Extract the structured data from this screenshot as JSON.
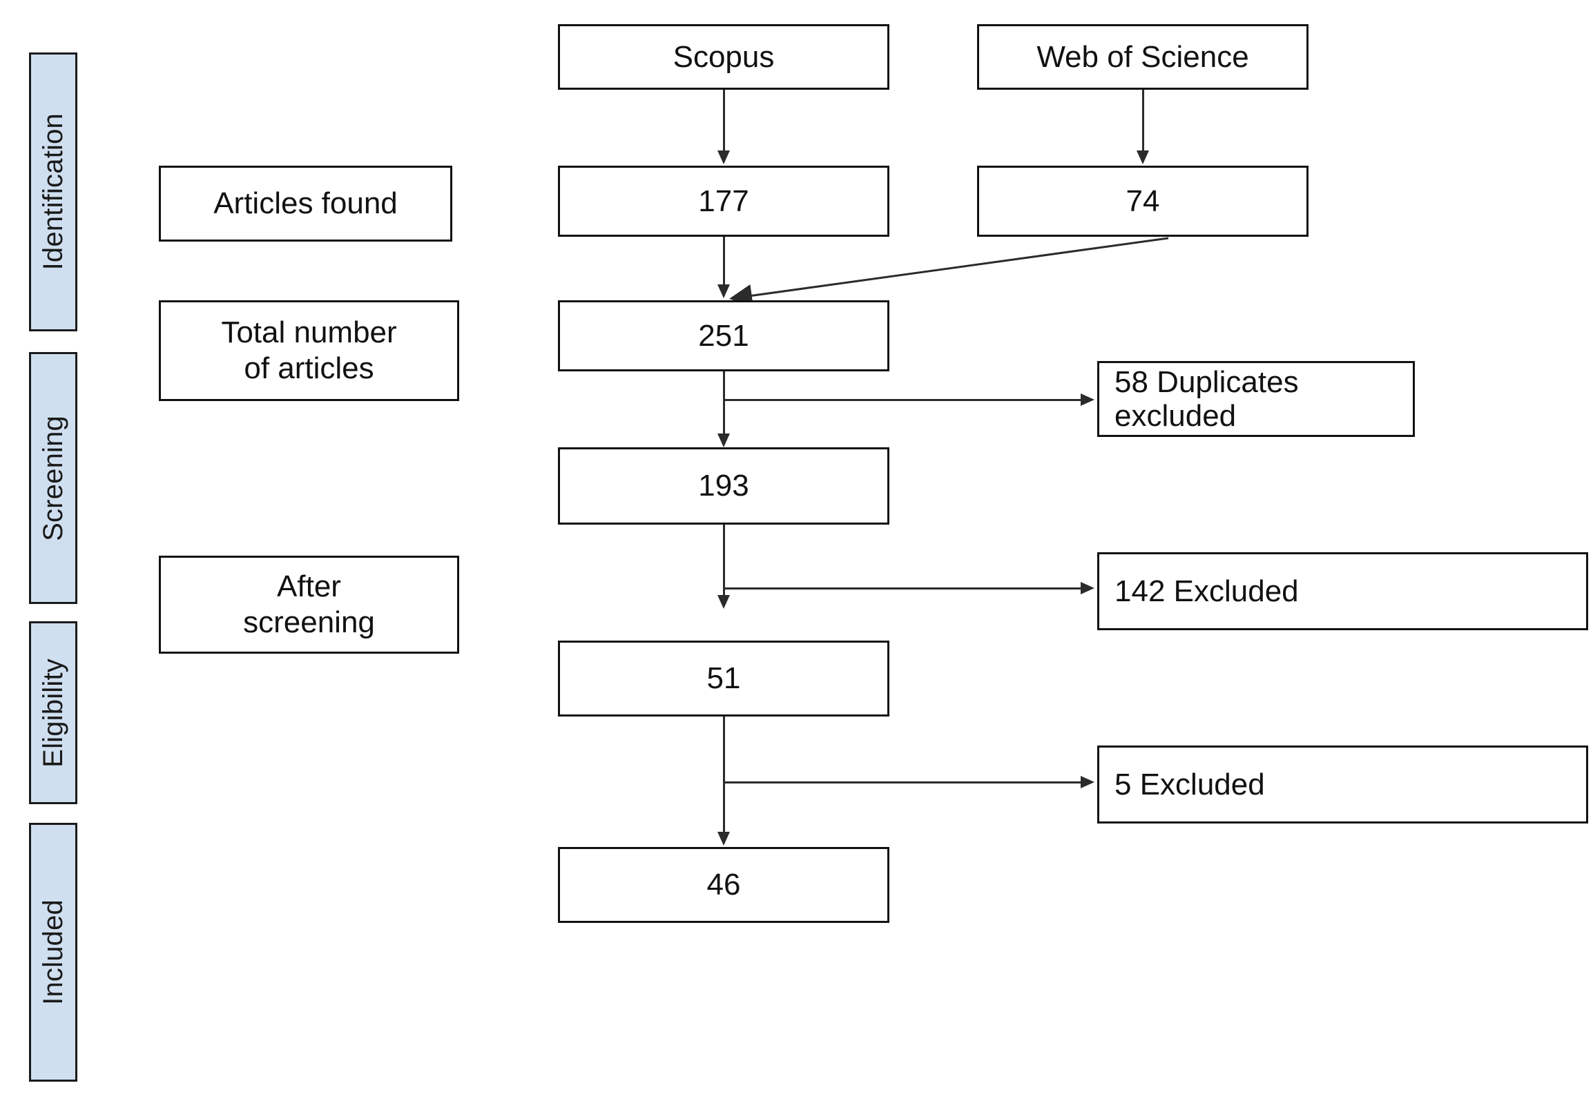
{
  "diagram": {
    "title": "PRISMA article selection flow",
    "accent_color": "#cfdff0",
    "line_color": "#2b2b2b",
    "border_color": "#111111"
  },
  "stages": [
    {
      "label": "Identification"
    },
    {
      "label": "Screening"
    },
    {
      "label": "Eligibility"
    },
    {
      "label": "Included"
    }
  ],
  "row_labels": [
    {
      "line1": "Articles found",
      "line2": ""
    },
    {
      "line1": "Total number",
      "line2": "of articles"
    },
    {
      "line1": "After",
      "line2": "screening"
    }
  ],
  "sources": [
    {
      "name": "Scopus",
      "count": "177"
    },
    {
      "name": "Web of Science",
      "count": "74"
    }
  ],
  "counts": {
    "total": "251",
    "after_duplicates": "193",
    "after_screening": "51",
    "included": "46"
  },
  "exclusions": [
    {
      "label": "58 Duplicates excluded"
    },
    {
      "label": "142 Excluded"
    },
    {
      "label": "5 Excluded"
    }
  ],
  "chart_data": {
    "type": "diagram",
    "title": "PRISMA flow diagram of article selection",
    "nodes": [
      {
        "id": "scopus",
        "label": "Scopus",
        "value": null
      },
      {
        "id": "wos",
        "label": "Web of Science",
        "value": null
      },
      {
        "id": "scopus_count",
        "label": "177",
        "value": 177
      },
      {
        "id": "wos_count",
        "label": "74",
        "value": 74
      },
      {
        "id": "total",
        "label": "251",
        "value": 251
      },
      {
        "id": "after_dup",
        "label": "193",
        "value": 193
      },
      {
        "id": "after_screen",
        "label": "51",
        "value": 51
      },
      {
        "id": "included",
        "label": "46",
        "value": 46
      },
      {
        "id": "dup_excluded",
        "label": "58 Duplicates excluded",
        "value": 58
      },
      {
        "id": "screen_excluded",
        "label": "142 Excluded",
        "value": 142
      },
      {
        "id": "elig_excluded",
        "label": "5 Excluded",
        "value": 5
      }
    ],
    "edges": [
      {
        "from": "scopus",
        "to": "scopus_count"
      },
      {
        "from": "wos",
        "to": "wos_count"
      },
      {
        "from": "scopus_count",
        "to": "total"
      },
      {
        "from": "wos_count",
        "to": "total"
      },
      {
        "from": "total",
        "to": "dup_excluded"
      },
      {
        "from": "total",
        "to": "after_dup"
      },
      {
        "from": "after_dup",
        "to": "screen_excluded"
      },
      {
        "from": "after_dup",
        "to": "after_screen"
      },
      {
        "from": "after_screen",
        "to": "elig_excluded"
      },
      {
        "from": "after_screen",
        "to": "included"
      }
    ],
    "stages": [
      "Identification",
      "Screening",
      "Eligibility",
      "Included"
    ]
  }
}
